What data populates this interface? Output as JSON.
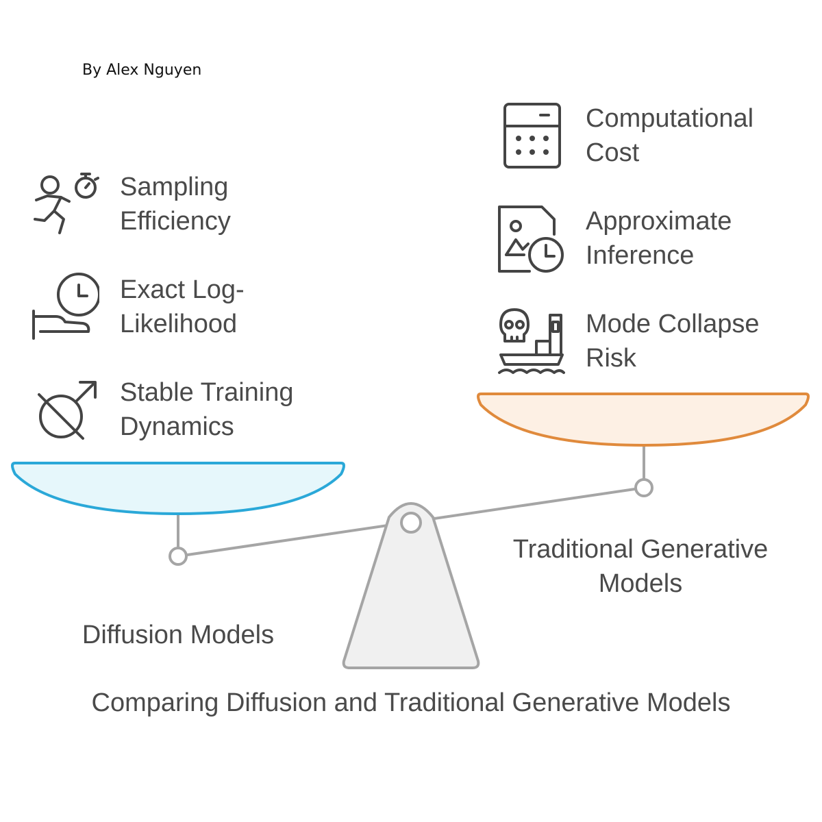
{
  "byline": "By Alex Nguyen",
  "title": "Comparing Diffusion and Traditional Generative Models",
  "left": {
    "name": "Diffusion Models",
    "pan_color": "#e6f7fb",
    "pan_stroke": "#2aa8d8",
    "items": [
      {
        "label": "Sampling Efficiency",
        "icon": "runner-stopwatch-icon"
      },
      {
        "label": "Exact Log-Likelihood",
        "icon": "hand-clock-icon"
      },
      {
        "label": "Stable Training Dynamics",
        "icon": "no-gender-icon"
      }
    ]
  },
  "right": {
    "name": "Traditional Generative Models",
    "pan_color": "#fdf0e4",
    "pan_stroke": "#e08a3c",
    "items": [
      {
        "label": "Computational Cost",
        "icon": "calculator-icon"
      },
      {
        "label": "Approximate Inference",
        "icon": "image-clock-icon"
      },
      {
        "label": "Mode Collapse Risk",
        "icon": "skull-ship-icon"
      }
    ]
  }
}
